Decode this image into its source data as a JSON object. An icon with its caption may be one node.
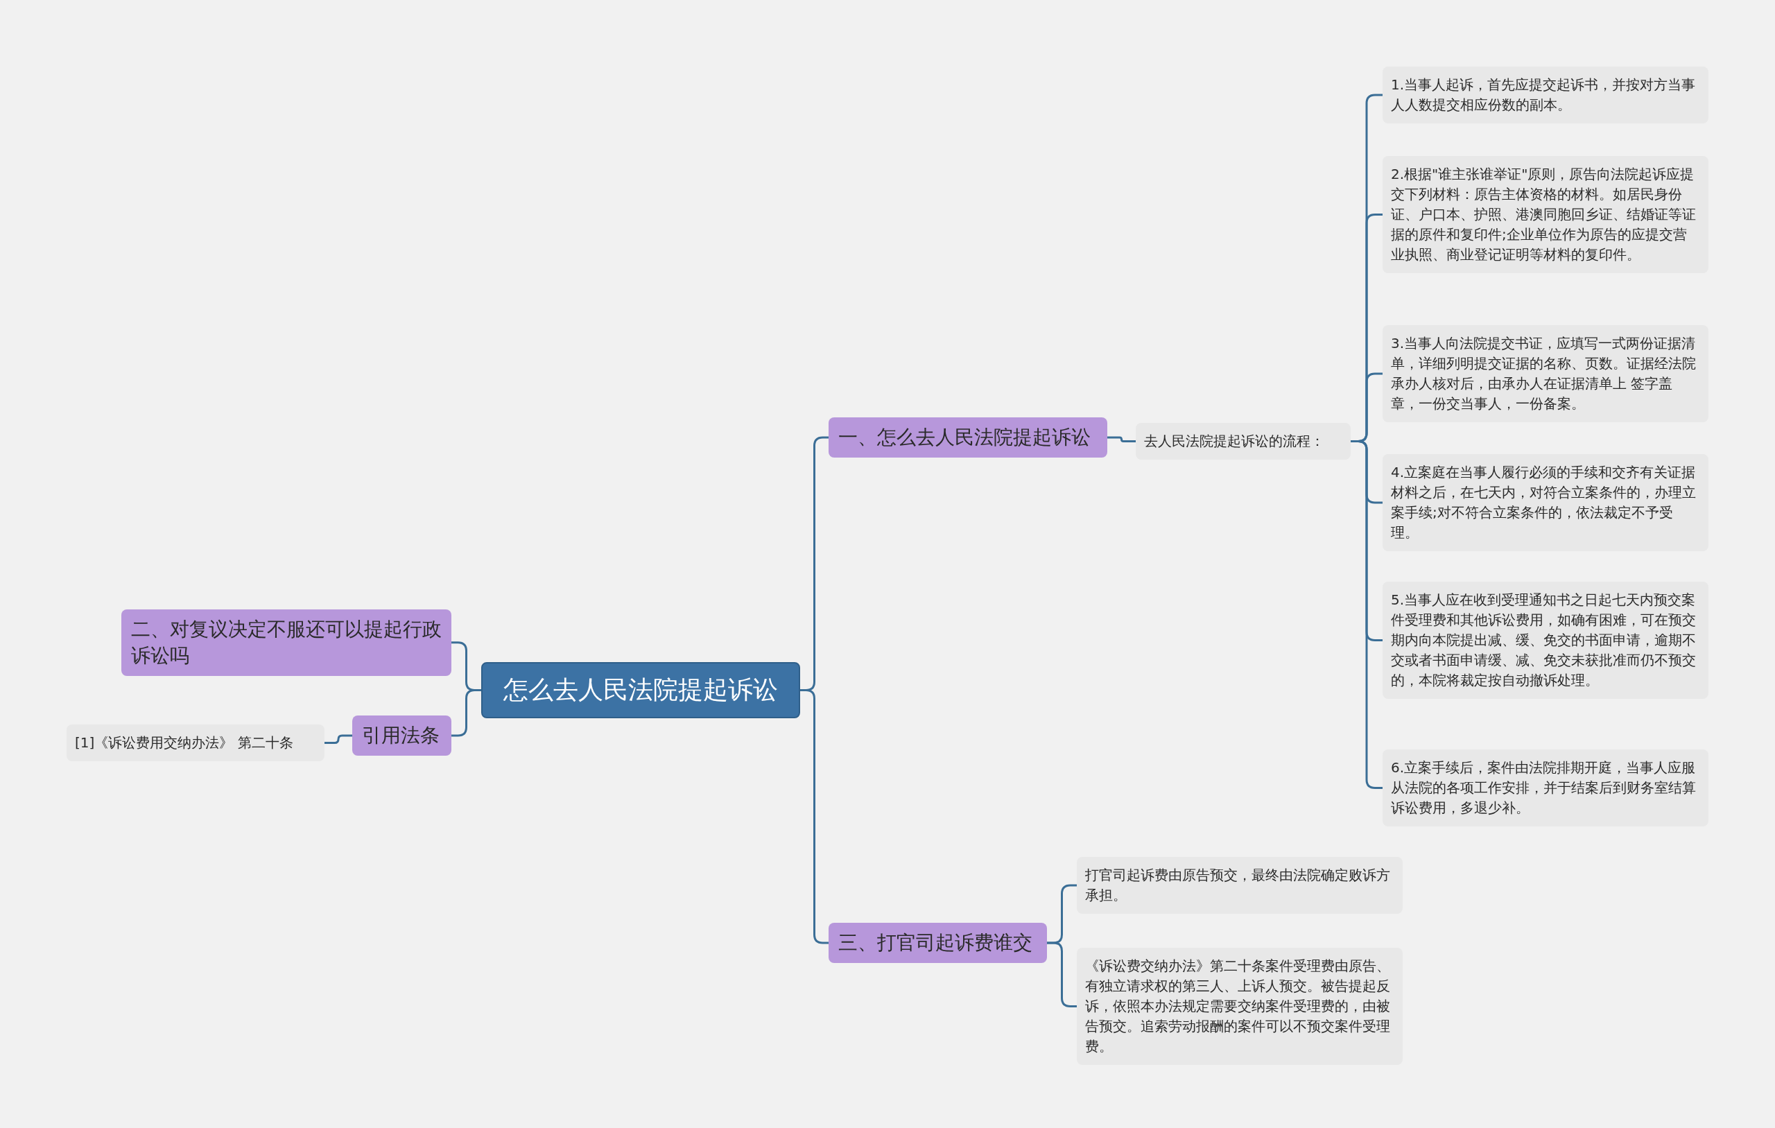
{
  "diagram": {
    "nodes": [
      {
        "text": [
          "怎么去人民法院提起诉讼"
        ]
      },
      {
        "text": [
          "一、怎么去人民法院提起诉讼"
        ]
      },
      {
        "text": [
          "去人民法院提起诉讼的流程："
        ]
      },
      {
        "text": [
          "1.当事人起诉，首先应提交起诉书，并按对方当事人人数提交相应份数的副本。"
        ]
      },
      {
        "text": [
          "2.根据\"谁主张谁举证\"原则，原告向法院起诉应提交下列材料：原告主体资格的材料。如居民身份证、户口本、护照、港澳同胞回乡证、结婚证等证据的原件和复印件;企业单位作为原告的应提交营业执照、商业登记证明等材料的复印件。"
        ]
      },
      {
        "text": [
          "3.当事人向法院提交书证，应填写一式两份证据清单，详细列明提交证据的名称、页数。证据经法院承办人核对后，由承办人在证据清单上 签字盖章，一份交当事人，一份备案。"
        ]
      },
      {
        "text": [
          "4.立案庭在当事人履行必须的手续和交齐有关证据材料之后，在七天内，对符合立案条件的，办理立案手续;对不符合立案条件的，依法裁定不予受理。"
        ]
      },
      {
        "text": [
          "5.当事人应在收到受理通知书之日起七天内预交案件受理费和其他诉讼费用，如确有困难，可在预交期内向本院提出减、缓、免交的书面申请，逾期不交或者书面申请缓、减、免交未获批准而仍不预交的，本院将裁定按自动撤诉处理。"
        ]
      },
      {
        "text": [
          "6.立案手续后，案件由法院排期开庭，当事人应服从法院的各项工作安排，并于结案后到财务室结算诉讼费用，多退少补。"
        ]
      },
      {
        "text": [
          "三、打官司起诉费谁交"
        ]
      },
      {
        "text": [
          "打官司起诉费由原告预交，最终由法院确定败诉方承担。"
        ]
      },
      {
        "text": [
          "《诉讼费交纳办法》第二十条案件受理费由原告、有独立请求权的第三人、上诉人预交。被告提起反诉，依照本办法规定需要交纳案件受理费的，由被告预交。追索劳动报酬的案件可以不预交案件受理费。"
        ]
      },
      {
        "text": [
          "二、对复议决定不服还可以提起行政诉讼吗"
        ]
      },
      {
        "text": [
          "引用法条"
        ]
      },
      {
        "text": [
          "[1]《诉讼费用交纳办法》 第二十条"
        ]
      }
    ],
    "edges": [
      {
        "from": 0,
        "to": 1,
        "arrow": "none"
      },
      {
        "from": 1,
        "to": 2,
        "arrow": "none"
      },
      {
        "from": 2,
        "to": 3,
        "arrow": "none"
      },
      {
        "from": 2,
        "to": 4,
        "arrow": "none"
      },
      {
        "from": 2,
        "to": 5,
        "arrow": "none"
      },
      {
        "from": 2,
        "to": 6,
        "arrow": "none"
      },
      {
        "from": 2,
        "to": 7,
        "arrow": "none"
      },
      {
        "from": 2,
        "to": 8,
        "arrow": "none"
      },
      {
        "from": 0,
        "to": 9,
        "arrow": "none"
      },
      {
        "from": 9,
        "to": 10,
        "arrow": "none"
      },
      {
        "from": 9,
        "to": 11,
        "arrow": "none"
      },
      {
        "from": 12,
        "to": 0,
        "arrow": "none"
      },
      {
        "from": 14,
        "to": 13,
        "arrow": "none"
      },
      {
        "from": 13,
        "to": 0,
        "arrow": "none"
      }
    ]
  }
}
